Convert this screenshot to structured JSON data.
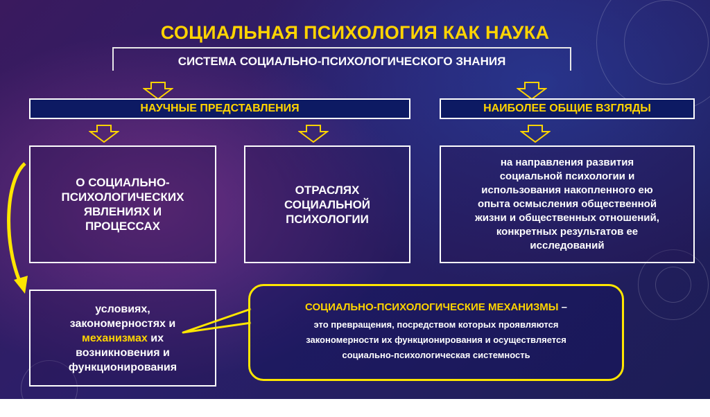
{
  "title": "СОЦИАЛЬНАЯ  ПСИХОЛОГИЯ КАК НАУКА",
  "subtitle": "СИСТЕМА СОЦИАЛЬНО-ПСИХОЛОГИЧЕСКОГО ЗНАНИЯ",
  "bars": {
    "left": "НАУЧНЫЕ ПРЕДСТАВЛЕНИЯ",
    "right": "НАИБОЛЕЕ ОБЩИЕ ВЗГЛЯДЫ"
  },
  "boxes": {
    "phenomena": [
      "О СОЦИАЛЬНО-",
      "ПСИХОЛОГИЧЕСКИХ",
      "ЯВЛЕНИЯХ И",
      "ПРОЦЕССАХ"
    ],
    "branches": [
      "ОТРАСЛЯХ",
      "СОЦИАЛЬНОЙ",
      "ПСИХОЛОГИИ"
    ],
    "directions": [
      "на направления развития",
      "социальной психологии и",
      "использования накопленного ею",
      "опыта осмысления общественной",
      "жизни и общественных отношений,",
      "конкретных результатов ее",
      "исследований"
    ],
    "conditions": {
      "line1": "условиях,",
      "line2": "закономерностях и",
      "highlight": "механизмах",
      "line3_rest": " их",
      "line4": "возникновения и",
      "line5": "функционирования"
    }
  },
  "bubble": {
    "term": "СОЦИАЛЬНО-ПСИХОЛОГИЧЕСКИЕ МЕХАНИЗМЫ",
    "dash": " –",
    "lines": [
      "это превращения, посредством которых проявляются",
      "закономерности их функционирования и осуществляется",
      "социально-психологическая системность"
    ]
  },
  "colors": {
    "accent": "#ffd400",
    "bar_bg": "#0d1a63",
    "text": "#ffffff"
  }
}
